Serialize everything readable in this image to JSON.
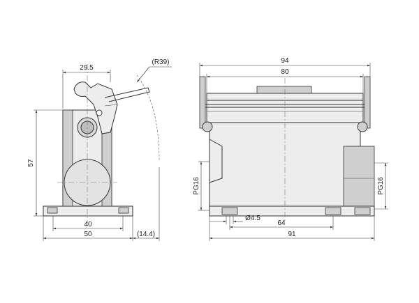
{
  "side_view": {
    "dim_top": "29.5",
    "dim_radius": "(R39)",
    "dim_height": "57",
    "dim_inner_width": "40",
    "dim_base_width": "50",
    "dim_extension": "(14.4)"
  },
  "front_view": {
    "dim_overall": "94",
    "dim_cover": "80",
    "dim_thread_left": "PG16",
    "dim_thread_right": "PG16",
    "dim_hole": "Ø4.5",
    "dim_hole_spacing": "64",
    "dim_base_length": "91"
  }
}
